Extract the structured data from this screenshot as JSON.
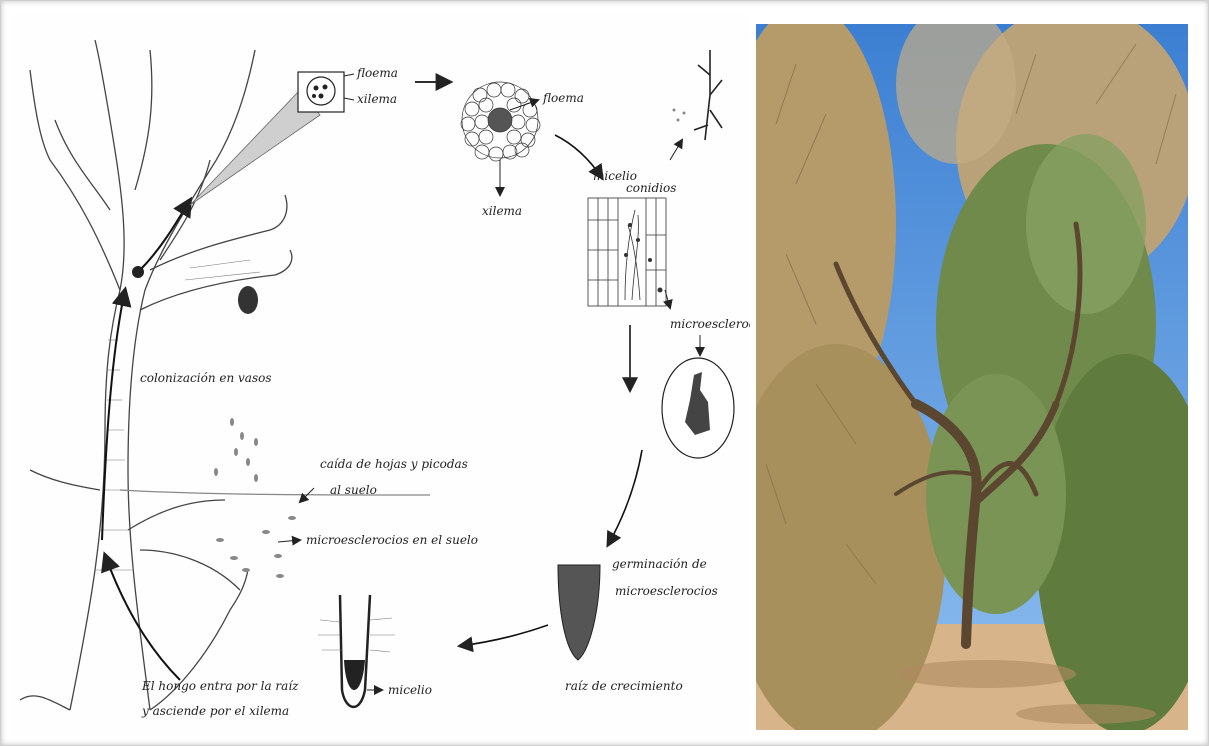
{
  "labels": {
    "floema_top": "floema",
    "xilema_top": "xilema",
    "floema_mid": "floema",
    "xilema_mid": "xilema",
    "micelio": "micelio",
    "conidios": "conidios",
    "microesclerocio": "microesclerocio",
    "colonizacion": "colonización en vasos",
    "caida_line1": "caída de hojas y picodas",
    "caida_line2": "al suelo",
    "micro_suelo": "microesclerocios en el suelo",
    "germ_line1": "germinación de",
    "germ_line2": "microesclerocios",
    "raiz": "raíz de crecimiento",
    "micelio_raiz": "micelio",
    "hongo_line1": "El hongo entra por la raíz",
    "hongo_line2": "y asciende por el xilema"
  },
  "colors": {
    "ink": "#222222",
    "sky": "#4f8fd6",
    "foliage_green": "#6f8a4a",
    "dry_foliage": "#b59a6a",
    "soil": "#d8b48a"
  }
}
